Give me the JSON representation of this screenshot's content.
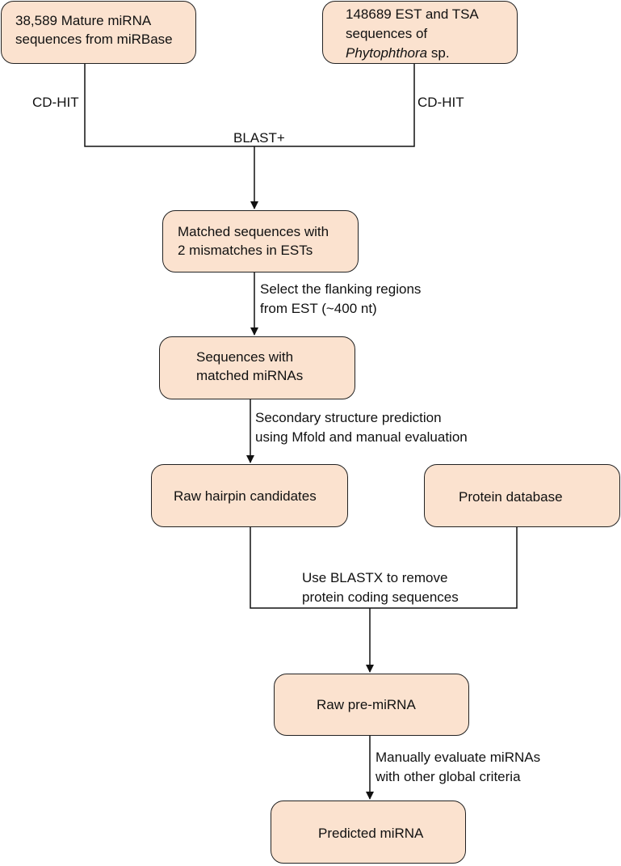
{
  "diagram": {
    "nodes": {
      "mirbase": {
        "line1": "38,589 Mature miRNA",
        "line2": "sequences from miRBase"
      },
      "est": {
        "line1": "148689 EST and TSA",
        "line2": "sequences of",
        "line3_italic": "Phytophthora",
        "line3_rest": " sp."
      },
      "matched": {
        "line1": "Matched sequences with",
        "line2": "2 mismatches in ESTs"
      },
      "with_mirnas": {
        "line1": "Sequences with",
        "line2": "matched miRNAs"
      },
      "hairpin": {
        "text": "Raw hairpin candidates"
      },
      "protein": {
        "text": "Protein database"
      },
      "pre_mirna": {
        "text": "Raw pre-miRNA"
      },
      "predicted": {
        "text": "Predicted miRNA"
      }
    },
    "edges": {
      "cdhit_left": "CD-HIT",
      "cdhit_right": "CD-HIT",
      "blast": "BLAST+",
      "flanking": {
        "line1": "Select the flanking regions",
        "line2": "from EST (~400 nt)"
      },
      "secondary": {
        "line1": "Secondary structure prediction",
        "line2": "using Mfold and manual evaluation"
      },
      "blastx": {
        "line1": "Use BLASTX to remove",
        "line2": "protein coding sequences"
      },
      "manual": {
        "line1": "Manually evaluate miRNAs",
        "line2": "with other global criteria"
      }
    }
  }
}
